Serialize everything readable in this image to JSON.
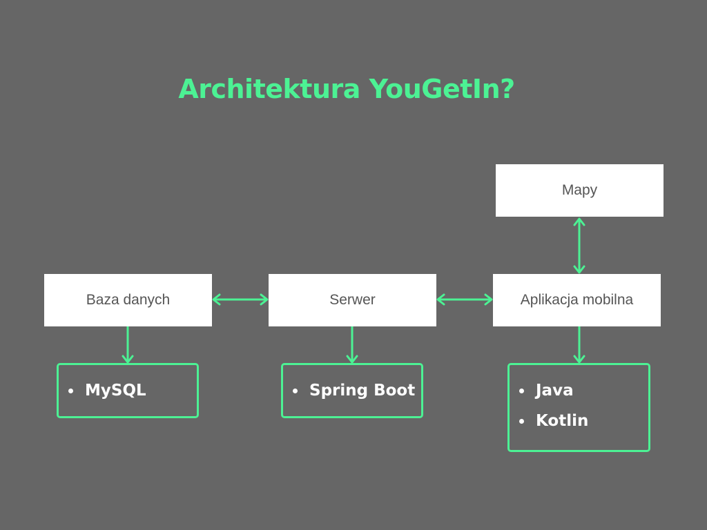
{
  "title": "Architektura YouGetIn?",
  "colors": {
    "background": "#666666",
    "accent": "#4cf294",
    "node_fill": "#ffffff",
    "node_text": "#555555"
  },
  "nodes": {
    "maps": {
      "label": "Mapy"
    },
    "database": {
      "label": "Baza danych"
    },
    "server": {
      "label": "Serwer"
    },
    "mobile_app": {
      "label": "Aplikacja mobilna"
    }
  },
  "technologies": {
    "database": [
      "MySQL"
    ],
    "server": [
      "Spring Boot"
    ],
    "mobile_app": [
      "Java",
      "Kotlin"
    ]
  },
  "connections": [
    {
      "from": "database",
      "to": "server",
      "type": "bidirectional"
    },
    {
      "from": "server",
      "to": "mobile_app",
      "type": "bidirectional"
    },
    {
      "from": "mobile_app",
      "to": "maps",
      "type": "bidirectional"
    },
    {
      "from": "database",
      "to": "database-technologies",
      "type": "directed"
    },
    {
      "from": "server",
      "to": "server-technologies",
      "type": "directed"
    },
    {
      "from": "mobile_app",
      "to": "mobile_app-technologies",
      "type": "directed"
    }
  ]
}
